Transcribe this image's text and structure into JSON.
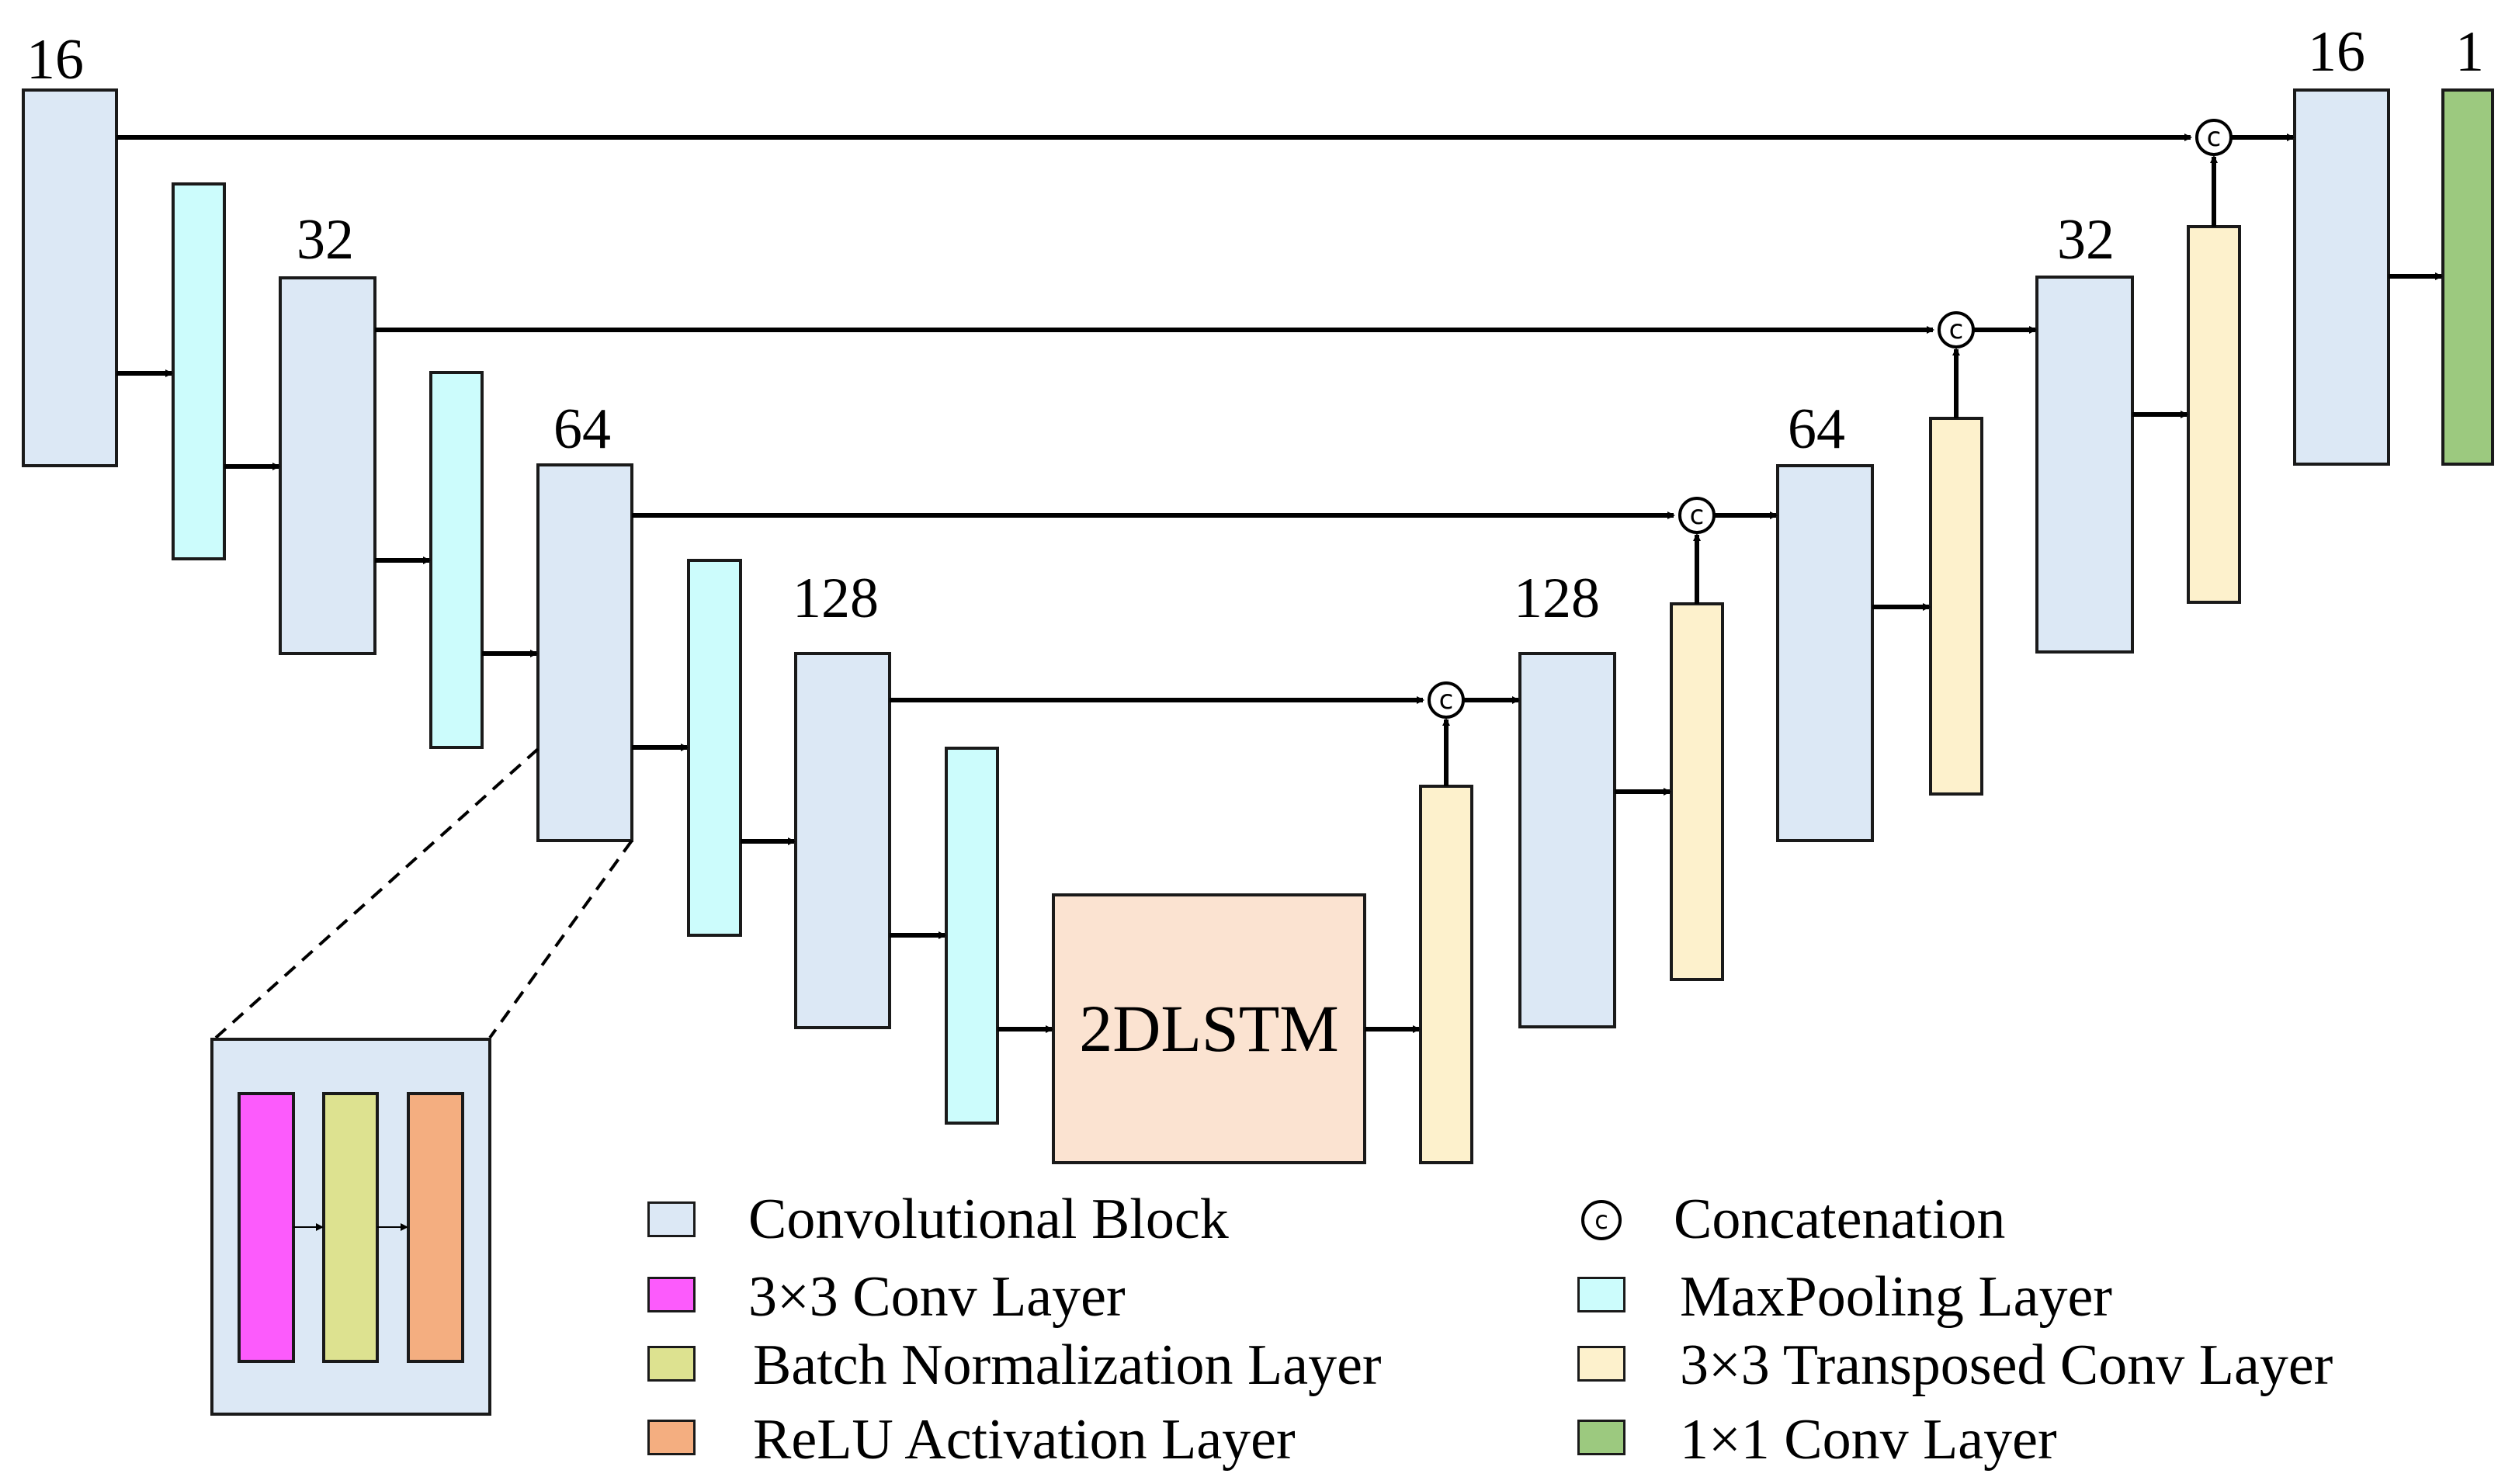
{
  "diagram": {
    "channels": {
      "enc1": "16",
      "enc2": "32",
      "enc3": "64",
      "enc4": "128",
      "dec4": "128",
      "dec3": "64",
      "dec2": "32",
      "dec1": "16",
      "out": "1"
    },
    "bottleneck_label": "2DLSTM",
    "concat_symbol": "c"
  },
  "legend": {
    "conv_block": "Convolutional Block",
    "conv3x3": "3×3 Conv Layer",
    "batchnorm": "Batch Normalization Layer",
    "relu": "ReLU Activation Layer",
    "concat": "Concatenation",
    "maxpool": "MaxPooling Layer",
    "transposed": "3×3 Transposed Conv Layer",
    "conv1x1": "1×1  Conv Layer"
  },
  "colors": {
    "conv_block": "#dce8f5",
    "maxpool": "#ccfcfc",
    "transposed": "#fdf1cc",
    "conv1x1": "#9cc97f",
    "lstm": "#fbe3d1",
    "conv3x3": "#fc5bfc",
    "batchnorm": "#dde290",
    "relu": "#f4ae80",
    "stroke": "#1a1a1a"
  }
}
